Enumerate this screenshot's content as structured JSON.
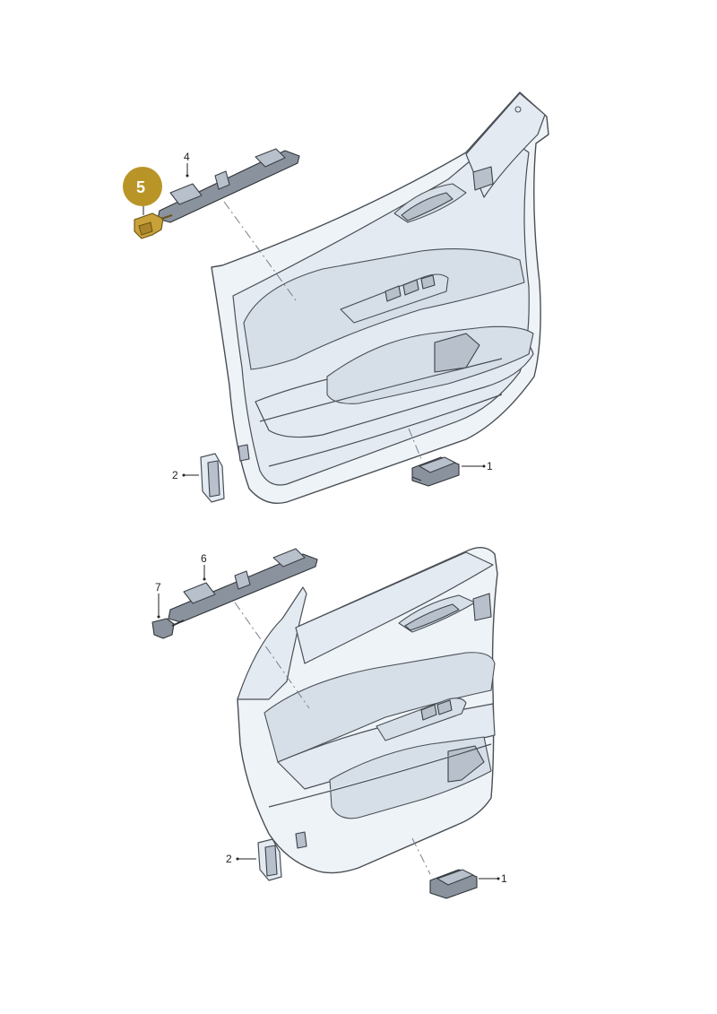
{
  "callouts": {
    "upper": {
      "c1": "1",
      "c2": "2",
      "c4": "4",
      "c5": "5"
    },
    "lower": {
      "c1": "1",
      "c2": "2",
      "c6": "6",
      "c7": "7"
    }
  },
  "colors": {
    "highlight_badge": "#b99528",
    "highlight_part": "#c8a13a",
    "line": "#4a4f55",
    "panel_fill": "#eef3f8"
  }
}
